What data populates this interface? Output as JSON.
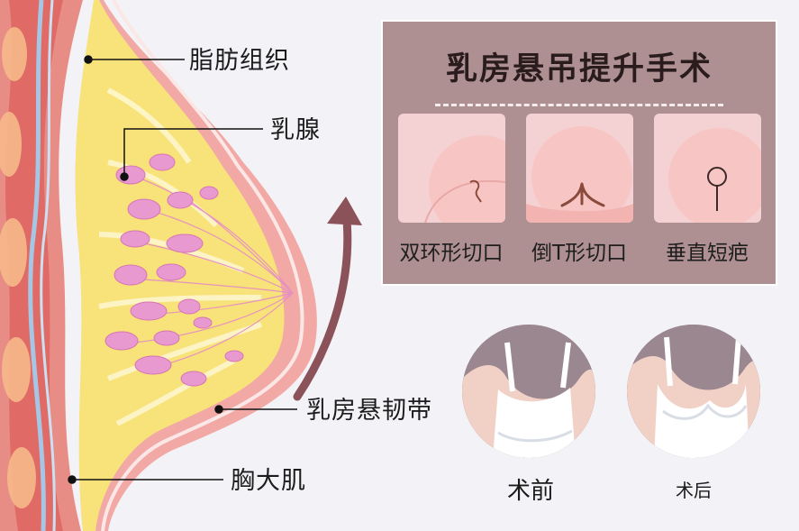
{
  "anatomy_labels": {
    "fat": "脂肪组织",
    "gland": "乳腺",
    "ligament": "乳房悬韧带",
    "muscle": "胸大肌"
  },
  "card": {
    "title": "乳房悬吊提升手术",
    "methods": [
      {
        "label": "双环形切口",
        "icon": "periareolar-incision-icon"
      },
      {
        "label": "倒T形切口",
        "icon": "inverted-t-incision-icon"
      },
      {
        "label": "垂直短疤",
        "icon": "vertical-short-scar-icon"
      }
    ]
  },
  "comparison": {
    "before": "术前",
    "after": "术后"
  },
  "colors": {
    "fat_yellow": "#f8e27a",
    "skin_pink": "#f2a9a6",
    "muscle_red": "#e0766f",
    "gland_pink": "#e89ad0",
    "card_bg": "#ae8f92",
    "arrow": "#8c5259"
  }
}
